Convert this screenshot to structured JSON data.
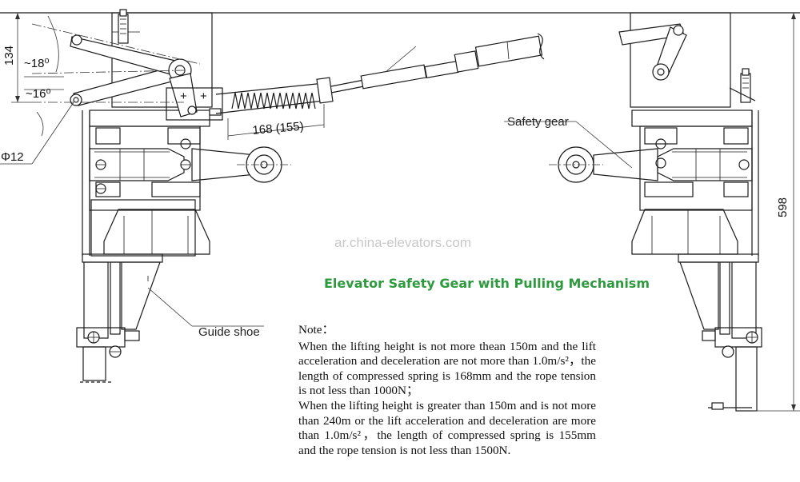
{
  "title": "Elevator Safety Gear with Pulling Mechanism",
  "watermark": "ar.china-elevators.com",
  "labels": {
    "safety_gear": "Safety gear",
    "guide_shoe": "Guide shoe"
  },
  "dimensions": {
    "height_134": "134",
    "angle_18": "~18⁰",
    "angle_16": "~16⁰",
    "diameter": "Φ12",
    "spring_length": "168 (155)",
    "total_height": "598"
  },
  "note": {
    "heading": "Note：",
    "paragraph_1": "When the lifting height is not more thean 150m and the lift acceleration and deceleration are not more than 1.0m/s²，the length of compressed spring is 168mm and the rope tension is not less than 1000N；",
    "paragraph_2": "When the lifting height is greater than 150m and is not more than 240m or the lift acceleration and deceleration are more than 1.0m/s²，the length of compressed spring is 155mm and the rope tension is not less than 1500N."
  },
  "colors": {
    "title_green": "#2e9a3e",
    "line": "#1a1a1a",
    "watermark": "#c8c8c8"
  }
}
